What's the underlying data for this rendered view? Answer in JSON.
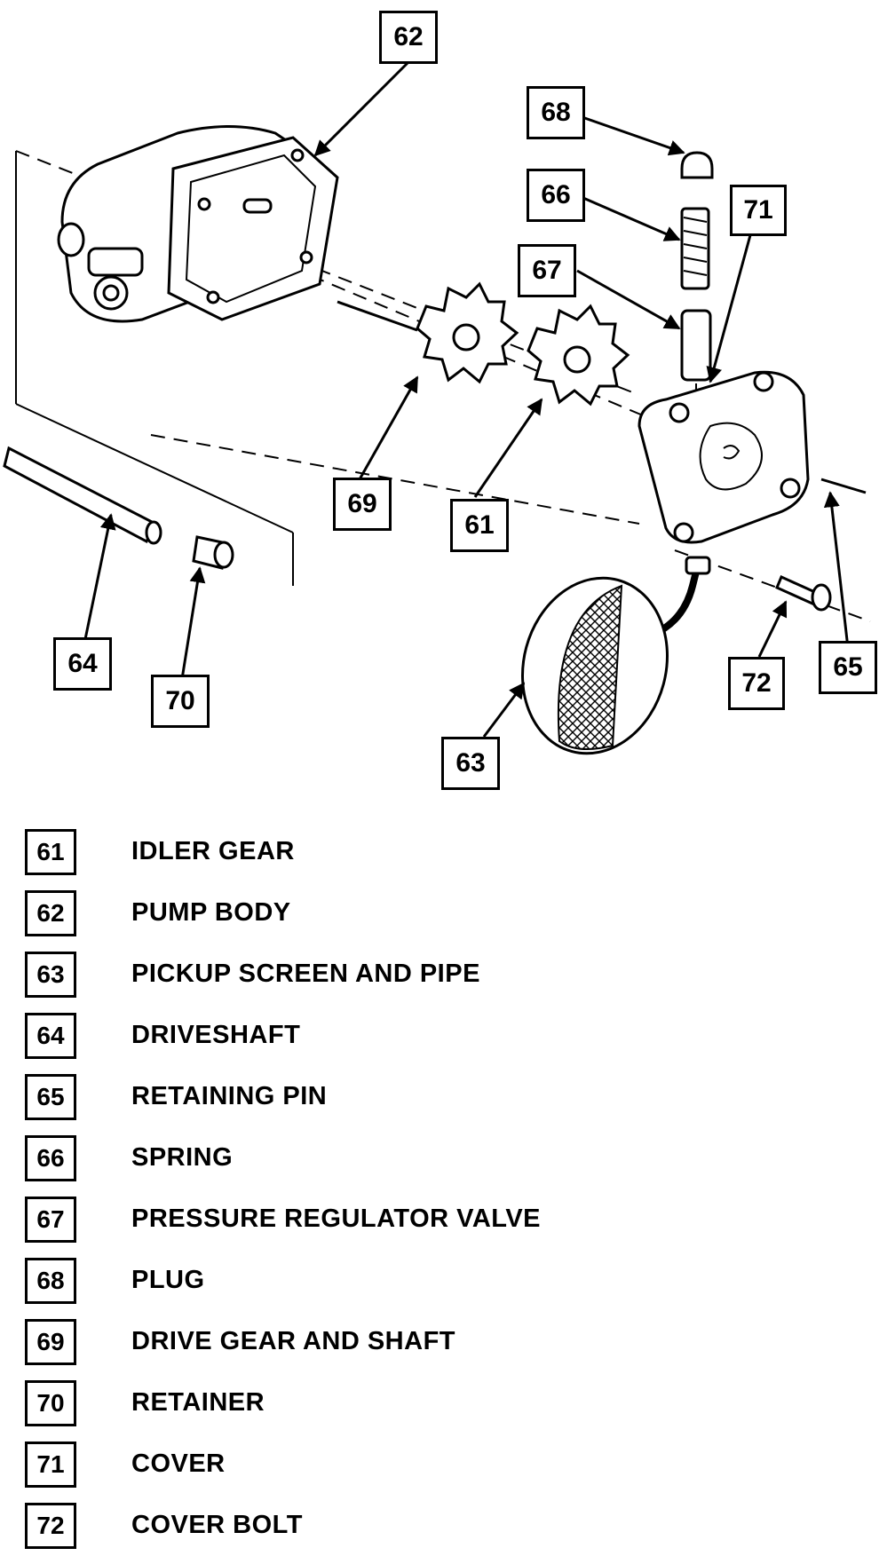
{
  "callouts": {
    "c62": "62",
    "c68": "68",
    "c66": "66",
    "c71": "71",
    "c67": "67",
    "c69": "69",
    "c61": "61",
    "c64": "64",
    "c70": "70",
    "c72": "72",
    "c65": "65",
    "c63": "63"
  },
  "legend": [
    {
      "number": "61",
      "label": "IDLER GEAR"
    },
    {
      "number": "62",
      "label": "PUMP BODY"
    },
    {
      "number": "63",
      "label": "PICKUP SCREEN AND PIPE"
    },
    {
      "number": "64",
      "label": "DRIVESHAFT"
    },
    {
      "number": "65",
      "label": "RETAINING PIN"
    },
    {
      "number": "66",
      "label": "SPRING"
    },
    {
      "number": "67",
      "label": "PRESSURE REGULATOR VALVE"
    },
    {
      "number": "68",
      "label": "PLUG"
    },
    {
      "number": "69",
      "label": "DRIVE GEAR AND SHAFT"
    },
    {
      "number": "70",
      "label": "RETAINER"
    },
    {
      "number": "71",
      "label": "COVER"
    },
    {
      "number": "72",
      "label": "COVER BOLT"
    }
  ]
}
